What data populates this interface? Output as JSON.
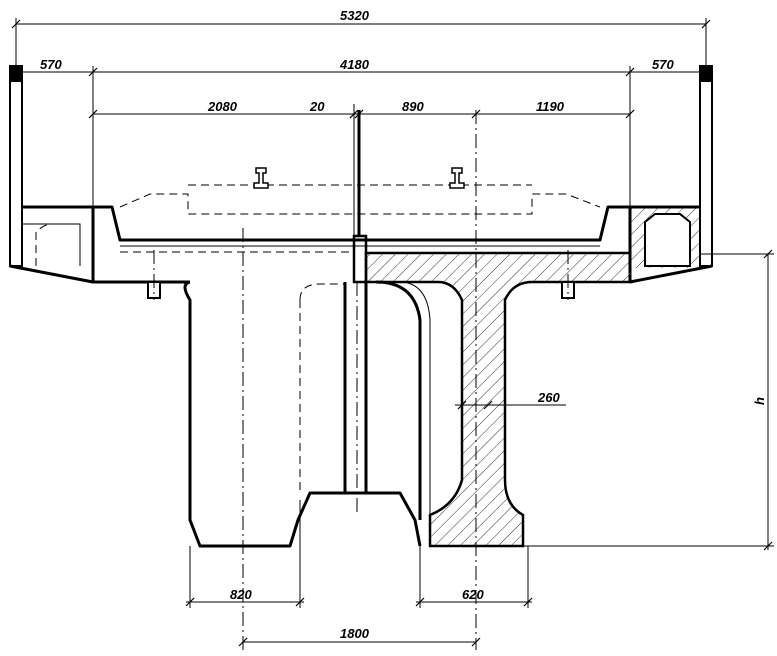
{
  "drawing": {
    "dimensions": {
      "overall_width": "5320",
      "left_overhang": "570",
      "deck_width": "4180",
      "right_overhang": "570",
      "left_half_width": "2080",
      "center_gap": "20",
      "right_inner_width": "890",
      "right_outer_width": "1190",
      "web_thickness": "260",
      "left_bulb_width": "820",
      "right_bulb_width": "620",
      "beam_spacing": "1800",
      "height_label": "h"
    }
  }
}
